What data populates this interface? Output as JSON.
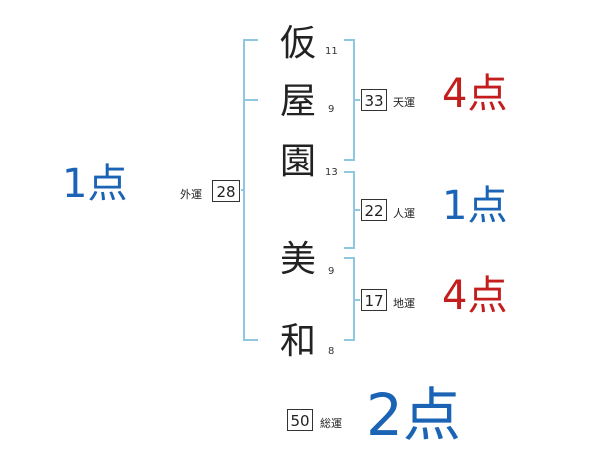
{
  "name_chars": [
    {
      "char": "仮",
      "strokes": "11"
    },
    {
      "char": "屋",
      "strokes": "9"
    },
    {
      "char": "園",
      "strokes": "13"
    },
    {
      "char": "美",
      "strokes": "9"
    },
    {
      "char": "和",
      "strokes": "8"
    }
  ],
  "fortunes": {
    "tenun": {
      "label": "天運",
      "value": "33",
      "score": "4点"
    },
    "jinun": {
      "label": "人運",
      "value": "22",
      "score": "1点"
    },
    "chiun": {
      "label": "地運",
      "value": "17",
      "score": "4点"
    },
    "gaiun": {
      "label": "外運",
      "value": "28",
      "score": "1点"
    },
    "souun": {
      "label": "総運",
      "value": "50",
      "score": "2点"
    }
  },
  "colors": {
    "bracket": "#8fc7e0",
    "score_blue": "#1b63b5",
    "score_red": "#c31d1d"
  }
}
